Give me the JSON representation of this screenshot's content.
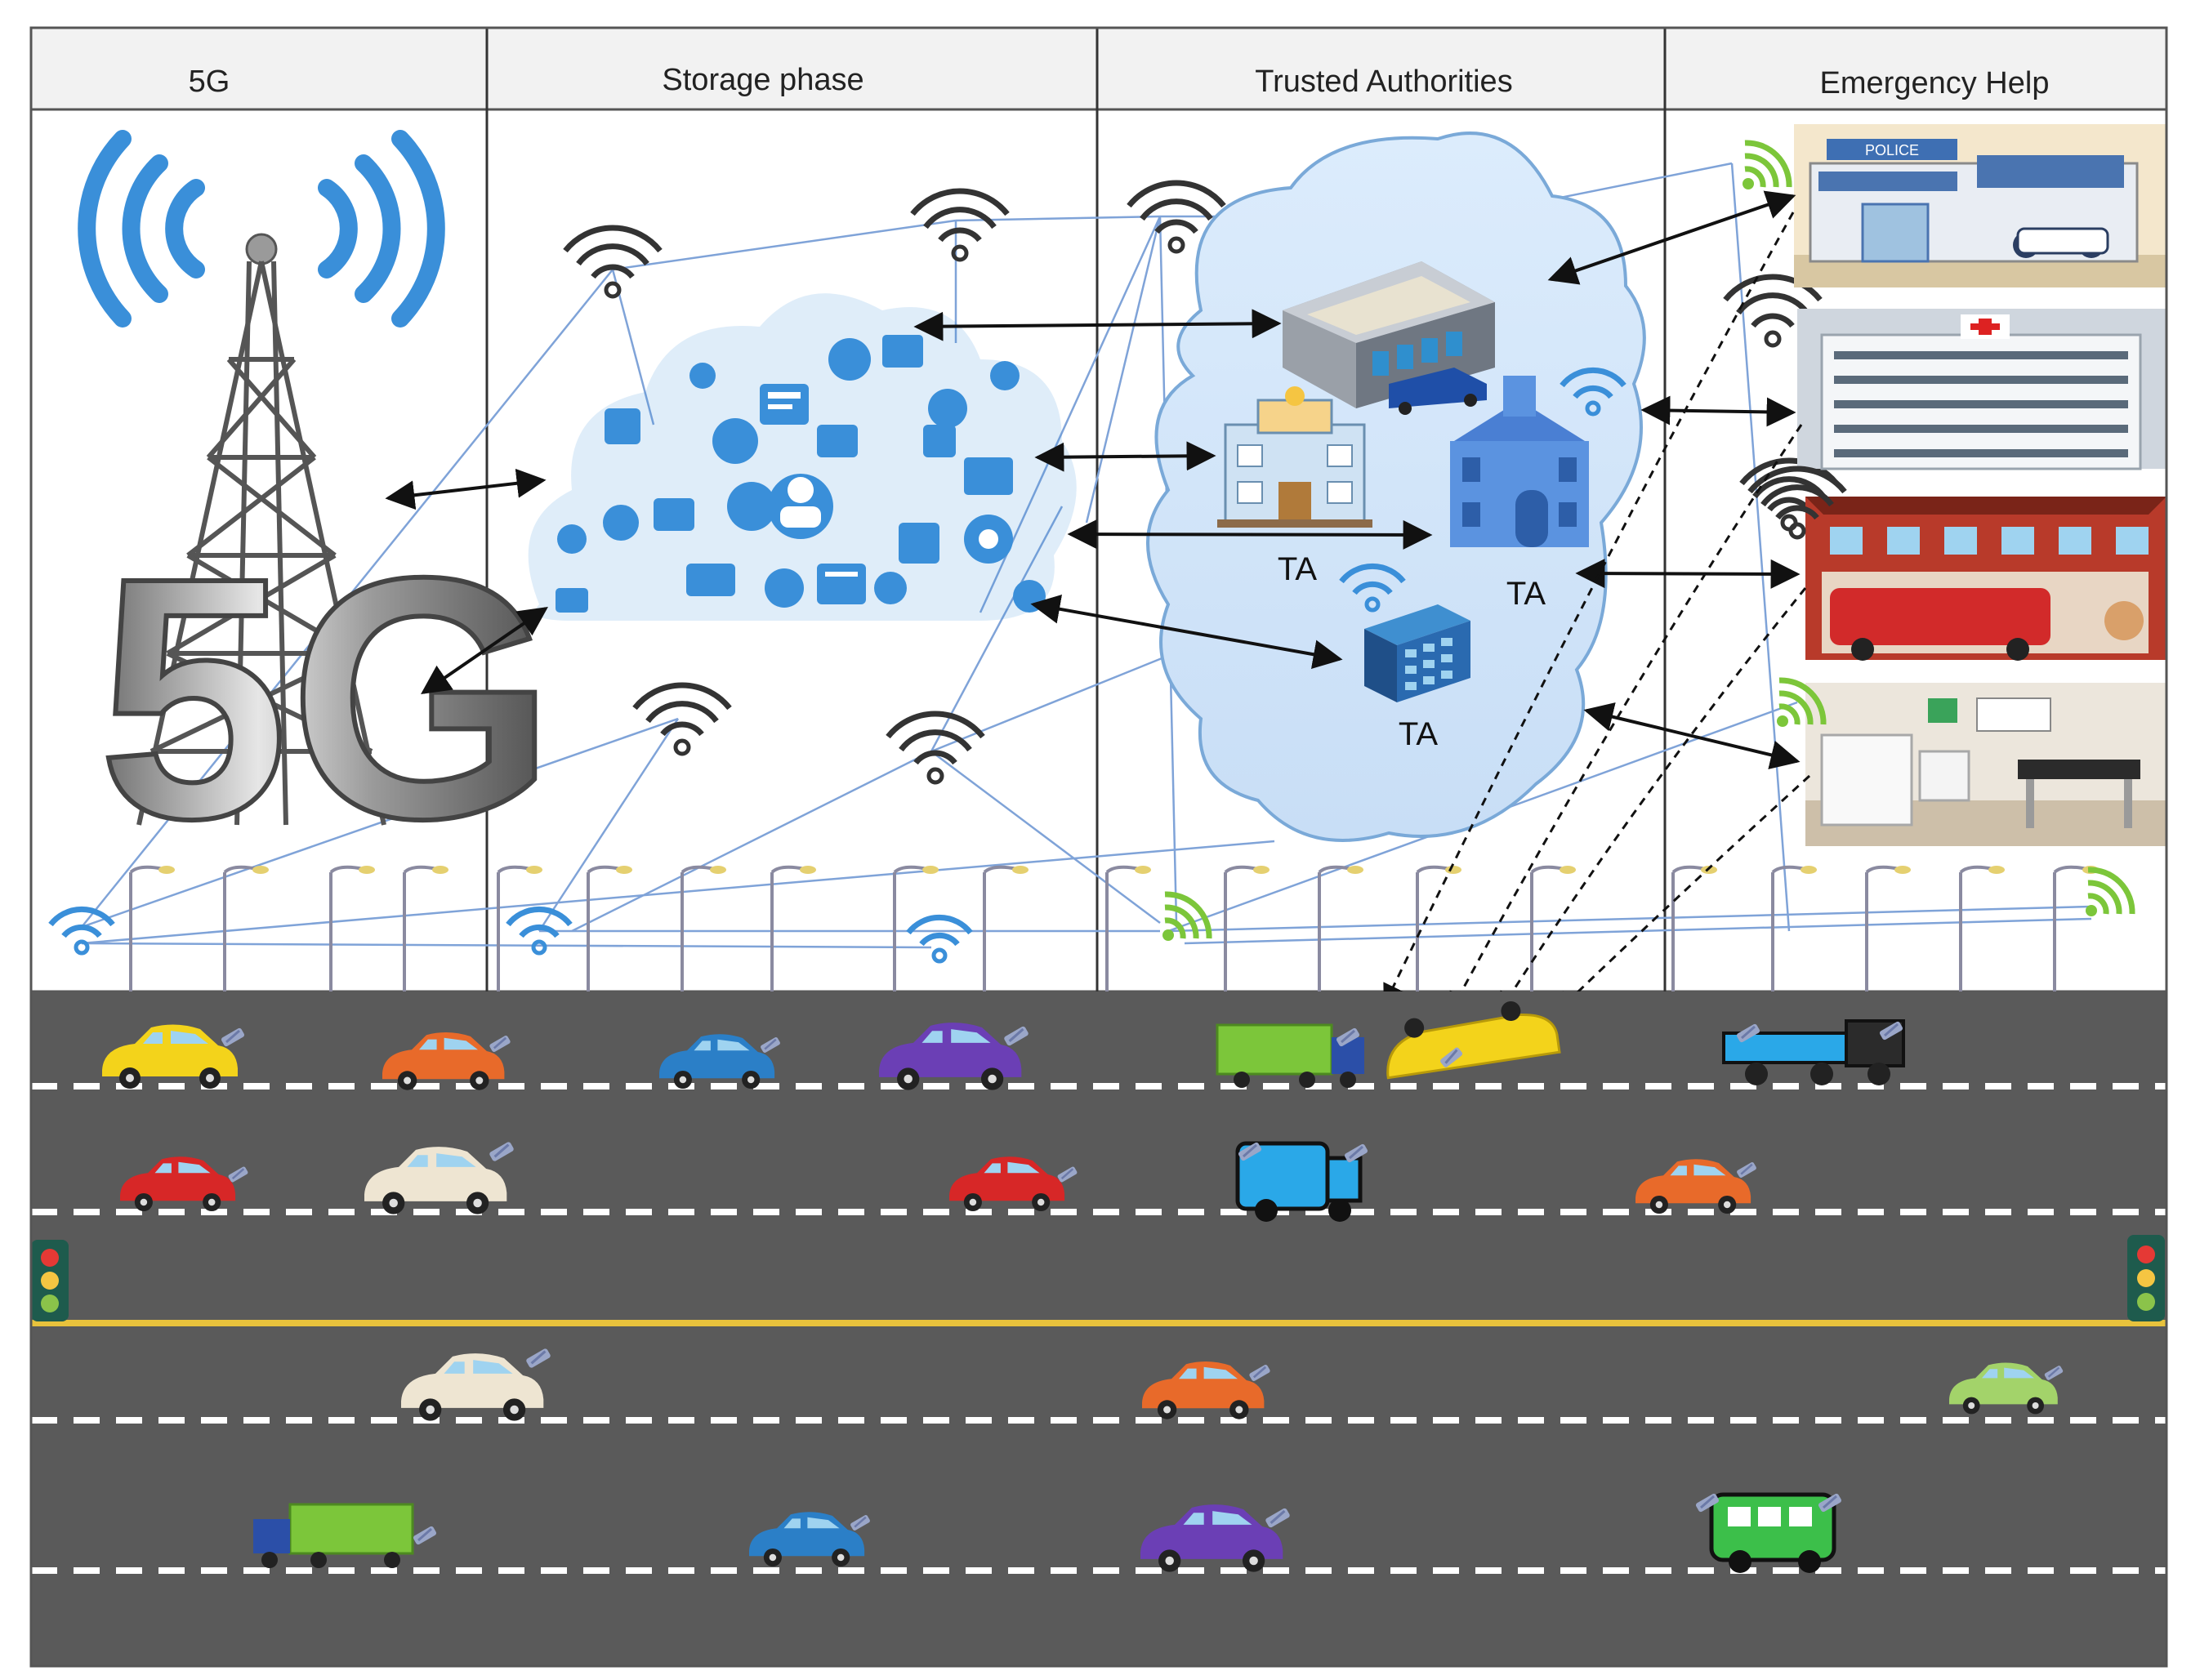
{
  "columns": [
    {
      "label": "5G"
    },
    {
      "label": "Storage phase"
    },
    {
      "label": "Trusted Authorities"
    },
    {
      "label": "Emergency Help"
    }
  ],
  "tower": {
    "text": "5G"
  },
  "authorities": [
    {
      "label": "TA"
    },
    {
      "label": "TA"
    },
    {
      "label": "TA"
    }
  ],
  "buildings": {
    "police": {
      "sign": "POLICE"
    }
  },
  "colors": {
    "header_bg": "#f2f2f2",
    "road": "#5a5a5a",
    "lane_marking": "#ffffff",
    "center_line": "#e8c23c",
    "cloud_fill": "#d3e7fb",
    "cloud_stroke": "#7aa9d8",
    "icon_blue": "#3a8fd9",
    "link_line": "#7fa3d8"
  },
  "vehicles_on_road": 19
}
